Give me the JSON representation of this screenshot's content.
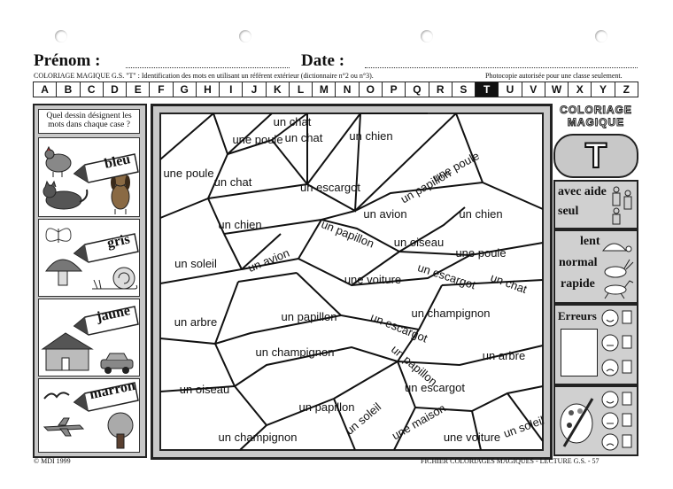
{
  "header": {
    "prenom_label": "Prénom :",
    "date_label": "Date :",
    "subtitle": "COLORIAGE MAGIQUE G.S. \"T\" : Identification des mots en utilisant un référent extérieur (dictionnaire n°2 ou n°3).",
    "copyright_note": "Photocopie autorisée pour une classe seulement."
  },
  "alphabet": [
    "A",
    "B",
    "C",
    "D",
    "E",
    "F",
    "G",
    "H",
    "I",
    "J",
    "K",
    "L",
    "M",
    "N",
    "O",
    "P",
    "Q",
    "R",
    "S",
    "T",
    "U",
    "V",
    "W",
    "X",
    "Y",
    "Z"
  ],
  "highlighted_letter": "T",
  "legend": {
    "question": "Quel dessin désignent les mots dans chaque case ?",
    "colors": [
      {
        "word": "bleu",
        "items": [
          "chicken-icon",
          "cat-icon",
          "dog-icon"
        ]
      },
      {
        "word": "gris",
        "items": [
          "butterfly-icon",
          "mushroom-icon",
          "snail-icon"
        ]
      },
      {
        "word": "jaune",
        "items": [
          "house-icon",
          "car-icon"
        ]
      },
      {
        "word": "marron",
        "items": [
          "bird-icon",
          "plane-icon",
          "tree-icon"
        ]
      }
    ]
  },
  "puzzle_words": [
    "un chat",
    "une poule",
    "un chat",
    "un chien",
    "une poule",
    "un chat",
    "un escargot",
    "un papillon",
    "une poule",
    "un chien",
    "un avion",
    "un chien",
    "un oiseau",
    "un papillon",
    "un soleil",
    "un avion",
    "une poule",
    "une voiture",
    "un escargot",
    "un chat",
    "un arbre",
    "un papillon",
    "un escargot",
    "un champignon",
    "un champignon",
    "un arbre",
    "un papillon",
    "un escargot",
    "un oiseau",
    "un papillon",
    "un soleil",
    "une maison",
    "une voiture",
    "un soleil",
    "un champignon"
  ],
  "right_panel": {
    "title_line1": "COLORIAGE",
    "title_line2": "MAGIQUE",
    "letter": "T",
    "help_options": [
      "avec aide",
      "seul"
    ],
    "speeds": [
      "lent",
      "normal",
      "rapide"
    ],
    "errors_label": "Erreurs"
  },
  "footer": {
    "left": "© MDI 1999",
    "right": "FICHIER COLORIAGES MAGIQUES - LECTURE G.S. - 57"
  }
}
